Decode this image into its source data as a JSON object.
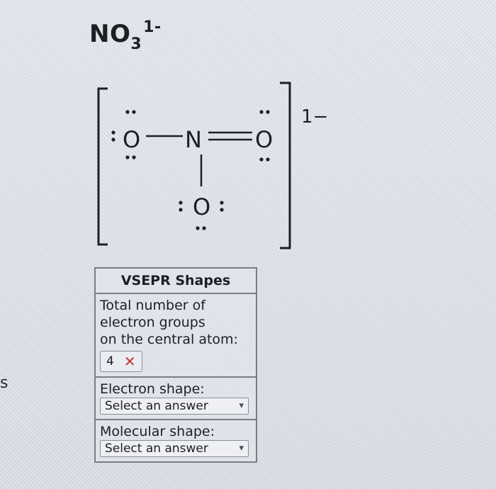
{
  "formula": {
    "main": "NO",
    "subscript": "3",
    "charge": "1-"
  },
  "lewis": {
    "atoms": {
      "left_o": "O",
      "n": "N",
      "right_o": "O",
      "bottom_o": "O"
    },
    "charge": "1−"
  },
  "left_edge_text": "s",
  "vsepr": {
    "title": "VSEPR Shapes",
    "groups_label_lines": [
      "Total number of",
      "electron groups",
      "on the central atom:"
    ],
    "groups_value": "4",
    "electron_shape_label": "Electron shape:",
    "electron_shape_value": "Select an answer",
    "molecular_shape_label": "Molecular shape:",
    "molecular_shape_value": "Select an answer"
  }
}
